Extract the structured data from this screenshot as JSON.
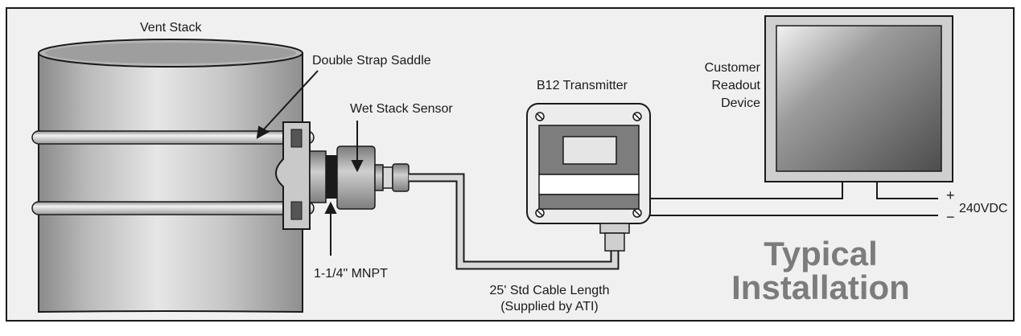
{
  "diagram": {
    "labels": {
      "vent_stack": "Vent Stack",
      "double_strap_saddle": "Double Strap Saddle",
      "wet_stack_sensor": "Wet Stack Sensor",
      "b12_transmitter": "B12 Transmitter",
      "customer_readout_line1": "Customer",
      "customer_readout_line2": "Readout",
      "customer_readout_line3": "Device",
      "mnpt": "1-1/4\" MNPT",
      "cable_line1": "25' Std Cable Length",
      "cable_line2": "(Supplied by ATI)",
      "plus": "+",
      "minus": "−",
      "voltage": "240VDC",
      "title_line1": "Typical",
      "title_line2": "Installation"
    }
  }
}
